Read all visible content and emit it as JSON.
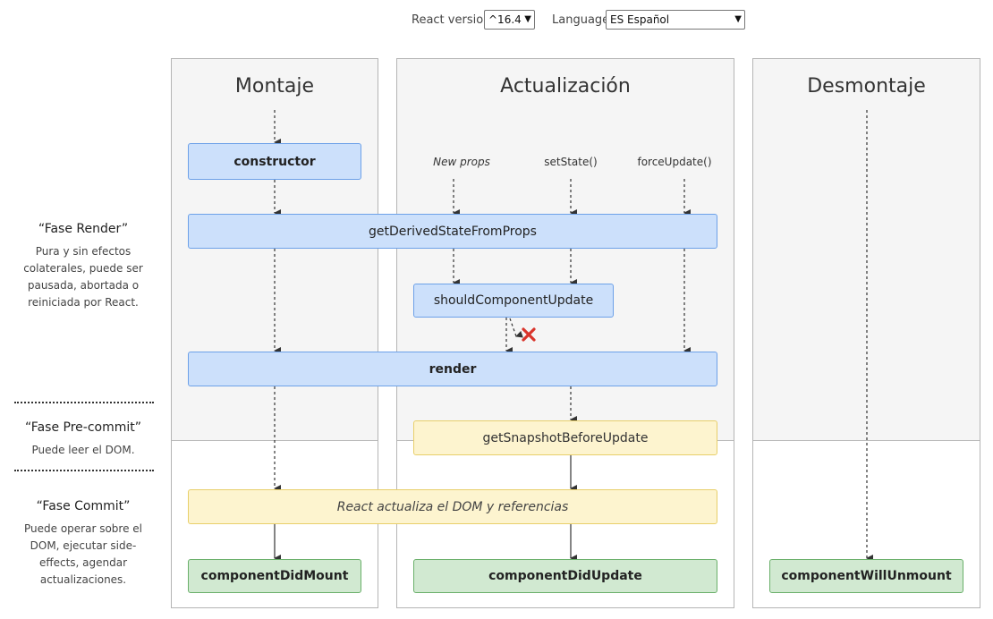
{
  "controls": {
    "react_version_label": "React version",
    "react_version_value": "^16.4",
    "language_label": "Language",
    "language_value": "ES Español"
  },
  "phases": {
    "render": {
      "title": "“Fase Render”",
      "description": "Pura y sin efectos colaterales, puede ser pausada, abortada o reiniciada por React."
    },
    "precommit": {
      "title": "“Fase Pre-commit”",
      "description": "Puede leer el DOM."
    },
    "commit": {
      "title": "“Fase Commit”",
      "description": "Puede operar sobre el DOM, ejecutar side-effects, agendar actualizaciones."
    }
  },
  "columns": {
    "mounting": "Montaje",
    "updating": "Actualización",
    "unmounting": "Desmontaje"
  },
  "triggers": {
    "new_props": "New props",
    "set_state": "setState()",
    "force_update": "forceUpdate()"
  },
  "methods": {
    "constructor": "constructor",
    "get_derived_state": "getDerivedStateFromProps",
    "should_component_update": "shouldComponentUpdate",
    "render": "render",
    "get_snapshot": "getSnapshotBeforeUpdate",
    "react_updates_dom": "React actualiza el DOM y referencias",
    "component_did_mount": "componentDidMount",
    "component_did_update": "componentDidUpdate",
    "component_will_unmount": "componentWillUnmount"
  },
  "colors": {
    "blue_fill": "#cce0fb",
    "yellow_fill": "#fdf4cf",
    "green_fill": "#d1e9d1",
    "cancel_mark": "#d9342b"
  }
}
